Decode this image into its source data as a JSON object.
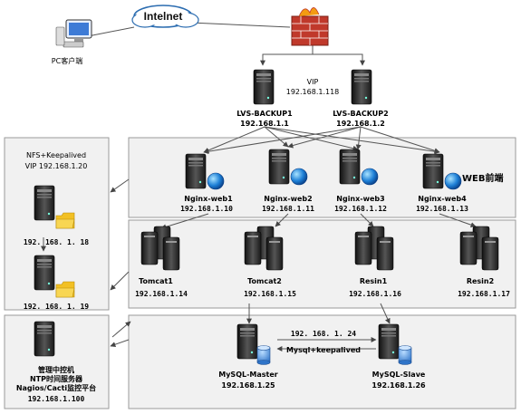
{
  "internet": {
    "label": "Intelnet"
  },
  "pc": {
    "label": "PC客户端"
  },
  "vip": {
    "title": "VIP",
    "ip": "192.168.1.118"
  },
  "lvs": [
    {
      "name": "LVS-BACKUP1",
      "ip": "192.168.1.1"
    },
    {
      "name": "LVS-BACKUP2",
      "ip": "192.168.1.2"
    }
  ],
  "web_group": {
    "title": "WEB前端"
  },
  "nginx": [
    {
      "name": "Nginx-web1",
      "ip": "192.168.1.10"
    },
    {
      "name": "Nginx-web2",
      "ip": "192.168.1.11"
    },
    {
      "name": "Nginx-web3",
      "ip": "192.168.1.12"
    },
    {
      "name": "Nginx-web4",
      "ip": "192.168.1.13"
    }
  ],
  "app": [
    {
      "name": "Tomcat1",
      "ip": "192.168.1.14"
    },
    {
      "name": "Tomcat2",
      "ip": "192.168.1.15"
    },
    {
      "name": "Resin1",
      "ip": "192.168.1.16"
    },
    {
      "name": "Resin2",
      "ip": "192.168.1.17"
    }
  ],
  "nfs": {
    "title": "NFS+Keepalived",
    "vip": "VIP 192.168.1.20",
    "nodes": [
      {
        "ip": "192. 168. 1. 18"
      },
      {
        "ip": "192. 168. 1. 19"
      }
    ]
  },
  "mgmt": {
    "line1": "管理中控机",
    "line2": "NTP时间服务器",
    "line3": "Nagios/Cacti监控平台",
    "ip": "192.168.1.100"
  },
  "mysql": {
    "link_ip": "192. 168. 1. 24",
    "link_label": "Mysql+keepalived",
    "master": {
      "name": "MySQL-Master",
      "ip": "192.168.1.25"
    },
    "slave": {
      "name": "MySQL-Slave",
      "ip": "192.168.1.26"
    }
  },
  "colors": {
    "panel": "#f1f1f1",
    "panel_border": "#9a9a9a",
    "server": "#2a2a2a",
    "line": "#555555",
    "firewall": "#c0392b"
  }
}
